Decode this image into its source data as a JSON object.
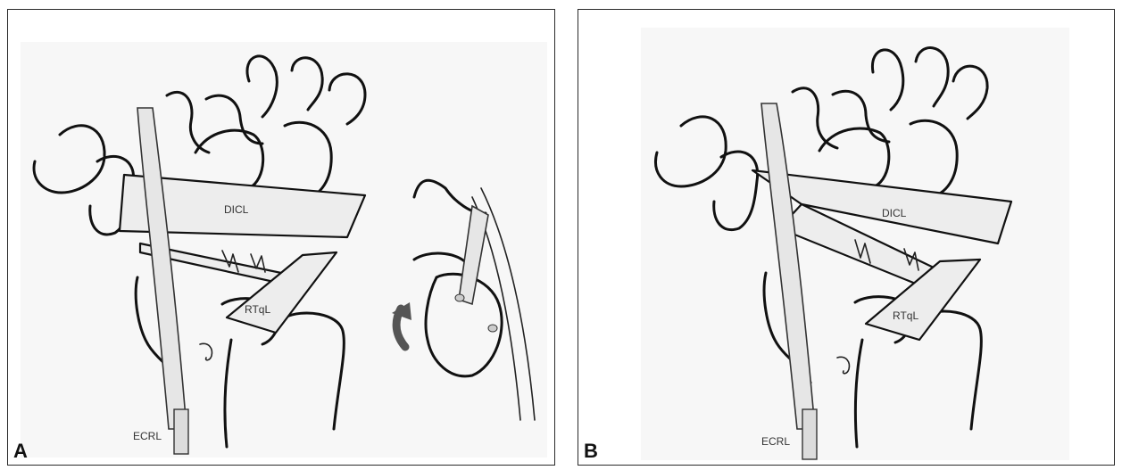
{
  "panels": [
    {
      "letter": "A",
      "labels": {
        "dicl": "DICL",
        "rtql": "RTqL",
        "ecrl": "ECRL"
      }
    },
    {
      "letter": "B",
      "labels": {
        "dicl": "DICL",
        "rtql": "RTqL",
        "ecrl": "ECRL"
      }
    }
  ],
  "colors": {
    "line": "#111111",
    "ligament_fill": "#ededed",
    "arrow": "#555555",
    "background": "#f7f7f7"
  }
}
